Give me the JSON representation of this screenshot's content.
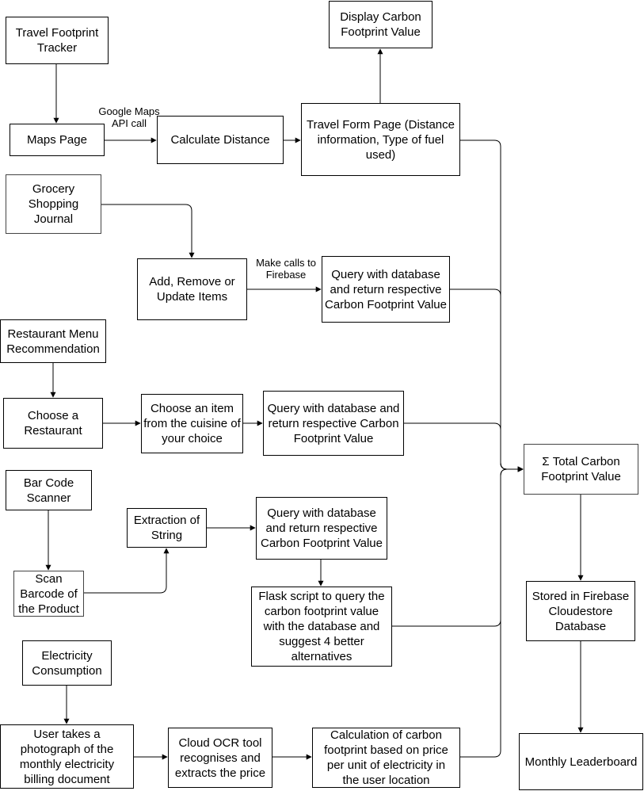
{
  "nodes": {
    "travel_tracker": "Travel Footprint Tracker",
    "display_value": "Display Carbon Footprint Value",
    "maps_page": "Maps Page",
    "calc_distance": "Calculate Distance",
    "travel_form": "Travel Form Page (Distance information, Type of fuel used)",
    "grocery_journal": "Grocery Shopping Journal",
    "add_remove": "Add, Remove or Update Items",
    "query_grocery": "Query with database and return respective Carbon Footprint Value",
    "restaurant_rec": "Restaurant Menu Recommendation",
    "choose_restaurant": "Choose a Restaurant",
    "choose_item": "Choose an item from the cuisine of your choice",
    "query_restaurant": "Query with database and return respective Carbon Footprint Value",
    "total_value": "Σ Total Carbon Footprint Value",
    "barcode_scanner": "Bar Code Scanner",
    "extraction": "Extraction of String",
    "query_barcode": "Query with database and return respective Carbon Footprint Value",
    "scan_barcode": "Scan Barcode of the Product",
    "flask_script": "Flask script to query the carbon footprint value with the database and suggest 4 better alternatives",
    "firebase_store": "Stored in Firebase Cloudestore Database",
    "electricity": "Electricity Consumption",
    "user_photo": "User takes a photograph of the monthly electricity billing document",
    "cloud_ocr": "Cloud OCR tool recognises and extracts the price",
    "calc_carbon": "Calculation of carbon footprint based on price per unit of electricity in the user location",
    "leaderboard": "Monthly Leaderboard"
  },
  "edge_labels": {
    "maps_api": "Google Maps API call",
    "firebase_calls": "Make calls to Firebase"
  }
}
